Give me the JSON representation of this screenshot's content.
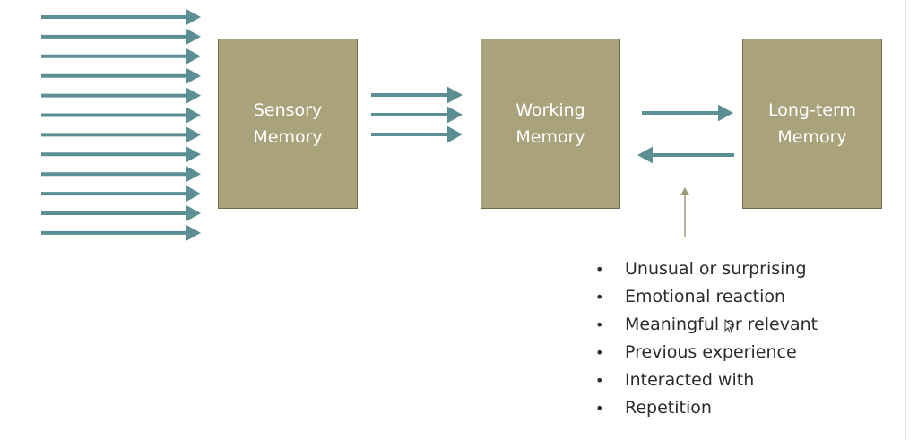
{
  "colors": {
    "box_fill": "#a9a27b",
    "box_border": "#6e6a4e",
    "arrow": "#5c8f93",
    "influence_arrow": "#9c9878",
    "text": "#2b2b2b",
    "box_text": "#ffffff"
  },
  "stages": [
    {
      "label": "Sensory\nMemory"
    },
    {
      "label": "Working\nMemory"
    },
    {
      "label": "Long-term\nMemory"
    }
  ],
  "input_arrows": {
    "count": 12
  },
  "sensory_to_working_arrows": {
    "count": 3
  },
  "factors": [
    "Unusual or surprising",
    "Emotional reaction",
    "Meaningful or relevant",
    "Previous experience",
    "Interacted with",
    "Repetition"
  ],
  "bullet_symbol": "•",
  "cursor_icon": "mouse-pointer-icon"
}
